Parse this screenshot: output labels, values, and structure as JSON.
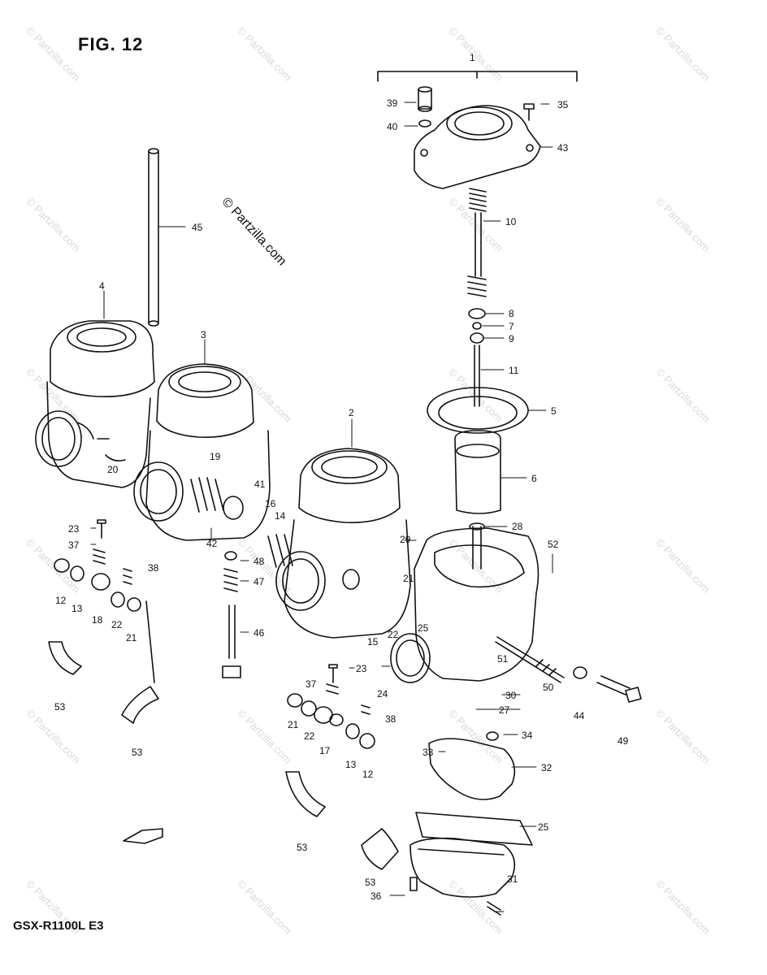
{
  "figure_label": "FIG. 12",
  "model_label": "GSX-R1100L E3",
  "copyright": "© Partzilla.com",
  "watermark": "© Partzilla.com",
  "callouts": [
    {
      "id": "c1",
      "label": "1"
    },
    {
      "id": "c39",
      "label": "39"
    },
    {
      "id": "c35",
      "label": "35"
    },
    {
      "id": "c40",
      "label": "40"
    },
    {
      "id": "c43",
      "label": "43"
    },
    {
      "id": "c10",
      "label": "10"
    },
    {
      "id": "c8",
      "label": "8"
    },
    {
      "id": "c7",
      "label": "7"
    },
    {
      "id": "c9",
      "label": "9"
    },
    {
      "id": "c11",
      "label": "11"
    },
    {
      "id": "c5",
      "label": "5"
    },
    {
      "id": "c6",
      "label": "6"
    },
    {
      "id": "c28",
      "label": "28"
    },
    {
      "id": "c45",
      "label": "45"
    },
    {
      "id": "c4",
      "label": "4"
    },
    {
      "id": "c3",
      "label": "3"
    },
    {
      "id": "c2",
      "label": "2"
    },
    {
      "id": "c20",
      "label": "20"
    },
    {
      "id": "c19",
      "label": "19"
    },
    {
      "id": "c41",
      "label": "41"
    },
    {
      "id": "c16",
      "label": "16"
    },
    {
      "id": "c14",
      "label": "14"
    },
    {
      "id": "c42",
      "label": "42"
    },
    {
      "id": "c48",
      "label": "48"
    },
    {
      "id": "c47",
      "label": "47"
    },
    {
      "id": "c46",
      "label": "46"
    },
    {
      "id": "c23a",
      "label": "23"
    },
    {
      "id": "c37a",
      "label": "37"
    },
    {
      "id": "c38a",
      "label": "38"
    },
    {
      "id": "c12a",
      "label": "12"
    },
    {
      "id": "c13a",
      "label": "13"
    },
    {
      "id": "c18",
      "label": "18"
    },
    {
      "id": "c22a",
      "label": "22"
    },
    {
      "id": "c21a",
      "label": "21"
    },
    {
      "id": "c53a",
      "label": "53"
    },
    {
      "id": "c53b",
      "label": "53"
    },
    {
      "id": "c29",
      "label": "29"
    },
    {
      "id": "c52",
      "label": "52"
    },
    {
      "id": "c21b",
      "label": "21"
    },
    {
      "id": "c22b",
      "label": "22"
    },
    {
      "id": "c25a",
      "label": "25"
    },
    {
      "id": "c15",
      "label": "15"
    },
    {
      "id": "c51",
      "label": "51"
    },
    {
      "id": "c50",
      "label": "50"
    },
    {
      "id": "c44",
      "label": "44"
    },
    {
      "id": "c49",
      "label": "49"
    },
    {
      "id": "c24",
      "label": "24"
    },
    {
      "id": "c23b",
      "label": "23"
    },
    {
      "id": "c37b",
      "label": "37"
    },
    {
      "id": "c30",
      "label": "30"
    },
    {
      "id": "c27",
      "label": "27"
    },
    {
      "id": "c38b",
      "label": "38"
    },
    {
      "id": "c21c",
      "label": "21"
    },
    {
      "id": "c22c",
      "label": "22"
    },
    {
      "id": "c17",
      "label": "17"
    },
    {
      "id": "c13b",
      "label": "13"
    },
    {
      "id": "c12b",
      "label": "12"
    },
    {
      "id": "c34",
      "label": "34"
    },
    {
      "id": "c33",
      "label": "33"
    },
    {
      "id": "c32",
      "label": "32"
    },
    {
      "id": "c25b",
      "label": "25"
    },
    {
      "id": "c53c",
      "label": "53"
    },
    {
      "id": "c53d",
      "label": "53"
    },
    {
      "id": "c36",
      "label": "36"
    },
    {
      "id": "c31",
      "label": "31"
    }
  ],
  "colors": {
    "ink": "#111111",
    "paper": "#ffffff",
    "watermark": "#d9d9d9"
  },
  "icons": {
    "direction_marker": "arrow-fwd-icon"
  }
}
